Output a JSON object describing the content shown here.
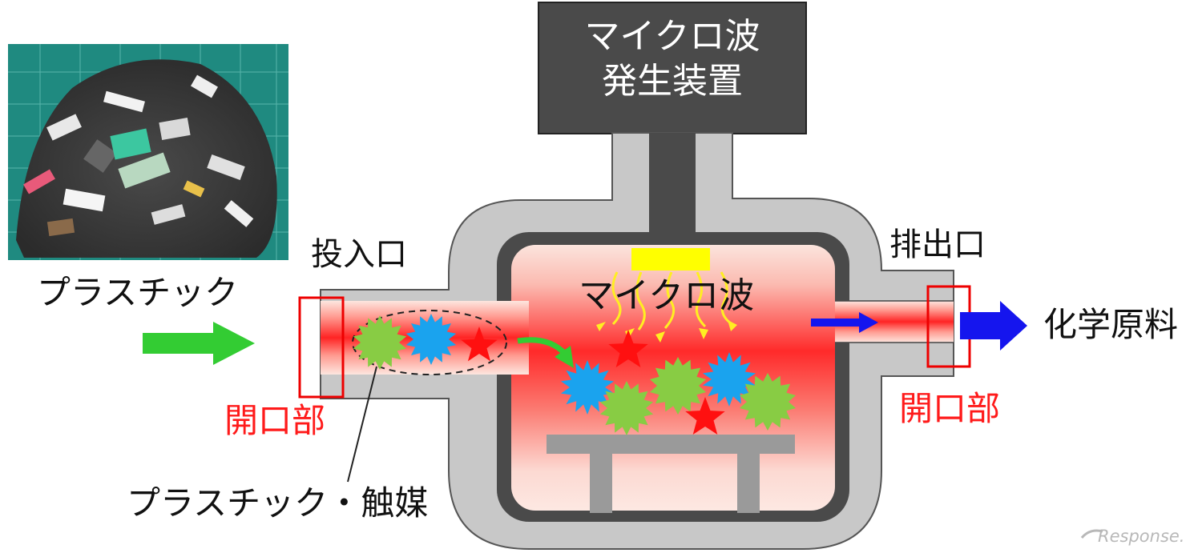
{
  "labels": {
    "generator_line1": "マイクロ波",
    "generator_line2": "発生装置",
    "microwave": "マイクロ波",
    "inlet": "投入口",
    "outlet": "排出口",
    "plastic": "プラスチック",
    "plastic_catalyst": "プラスチック・触媒",
    "opening_left": "開口部",
    "opening_right": "開口部",
    "product": "化学原料",
    "watermark": "Response."
  },
  "colors": {
    "generator": "#4a4a4a",
    "wall": "#c8c8c8",
    "wall_outline": "#555555",
    "chamber_light": "#fde3dc",
    "chamber_hot": "#ff2a2a",
    "microwave_source": "#ffff00",
    "plastic_arrow": "#33cc33",
    "product_arrow": "#1515ee",
    "catalyst_green": "#88cc44",
    "catalyst_blue": "#1aa3ee",
    "catalyst_red": "#ff1010",
    "opening_box": "#ee0000"
  }
}
